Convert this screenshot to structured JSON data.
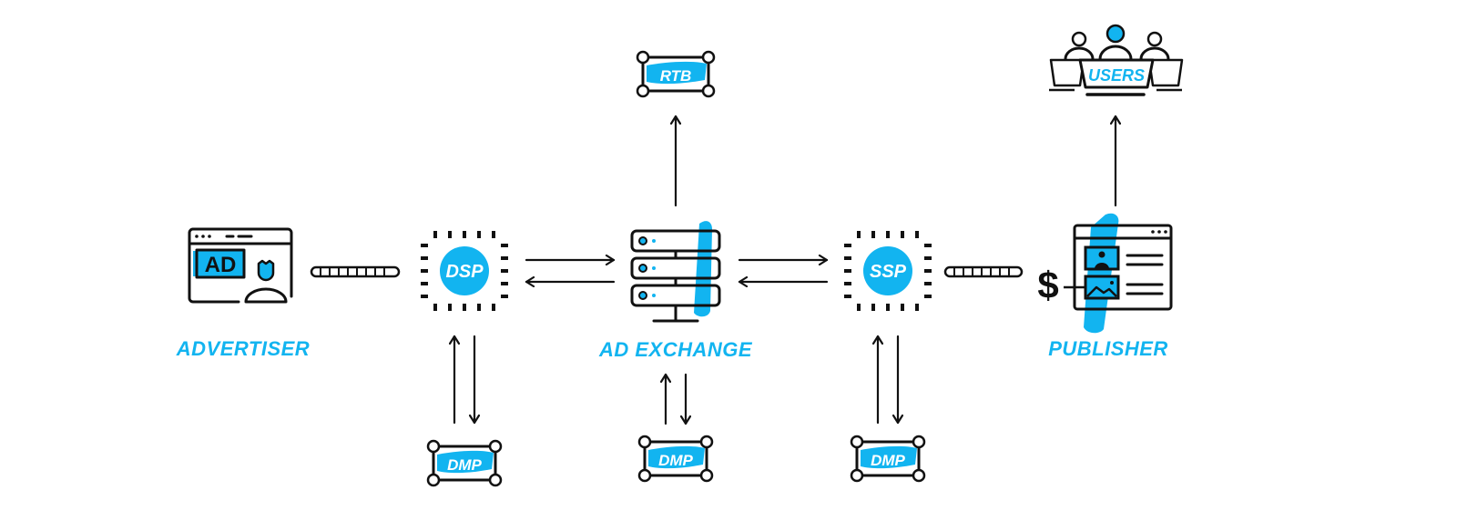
{
  "colors": {
    "accent": "#12b4f0",
    "ink": "#111111",
    "background": "#ffffff"
  },
  "nodes": {
    "advertiser": {
      "label": "ADVERTISER",
      "icon": "browser-ad-icon",
      "badge": "AD"
    },
    "dsp": {
      "label": "DSP",
      "icon": "chip-icon"
    },
    "ad_exchange": {
      "label": "AD EXCHANGE",
      "icon": "server-icon"
    },
    "ssp": {
      "label": "SSP",
      "icon": "chip-icon"
    },
    "publisher": {
      "label": "PUBLISHER",
      "icon": "webpage-icon",
      "currency": "$"
    },
    "rtb": {
      "label": "RTB",
      "icon": "selection-box-icon"
    },
    "users": {
      "label": "USERS",
      "icon": "users-laptops-icon"
    },
    "dmp_dsp": {
      "label": "DMP",
      "icon": "selection-box-icon"
    },
    "dmp_exchange": {
      "label": "DMP",
      "icon": "selection-box-icon"
    },
    "dmp_ssp": {
      "label": "DMP",
      "icon": "selection-box-icon"
    }
  },
  "connections": [
    {
      "from": "advertiser",
      "to": "dsp",
      "type": "chain-link"
    },
    {
      "from": "dsp",
      "to": "ad_exchange",
      "type": "bidirectional-arrows"
    },
    {
      "from": "ad_exchange",
      "to": "ssp",
      "type": "bidirectional-arrows"
    },
    {
      "from": "ssp",
      "to": "publisher",
      "type": "chain-link"
    },
    {
      "from": "ad_exchange",
      "to": "rtb",
      "type": "arrow-up"
    },
    {
      "from": "publisher",
      "to": "users",
      "type": "arrow-up"
    },
    {
      "from": "dsp",
      "to": "dmp_dsp",
      "type": "bidirectional-arrows"
    },
    {
      "from": "ad_exchange",
      "to": "dmp_exchange",
      "type": "bidirectional-arrows"
    },
    {
      "from": "ssp",
      "to": "dmp_ssp",
      "type": "bidirectional-arrows"
    }
  ]
}
